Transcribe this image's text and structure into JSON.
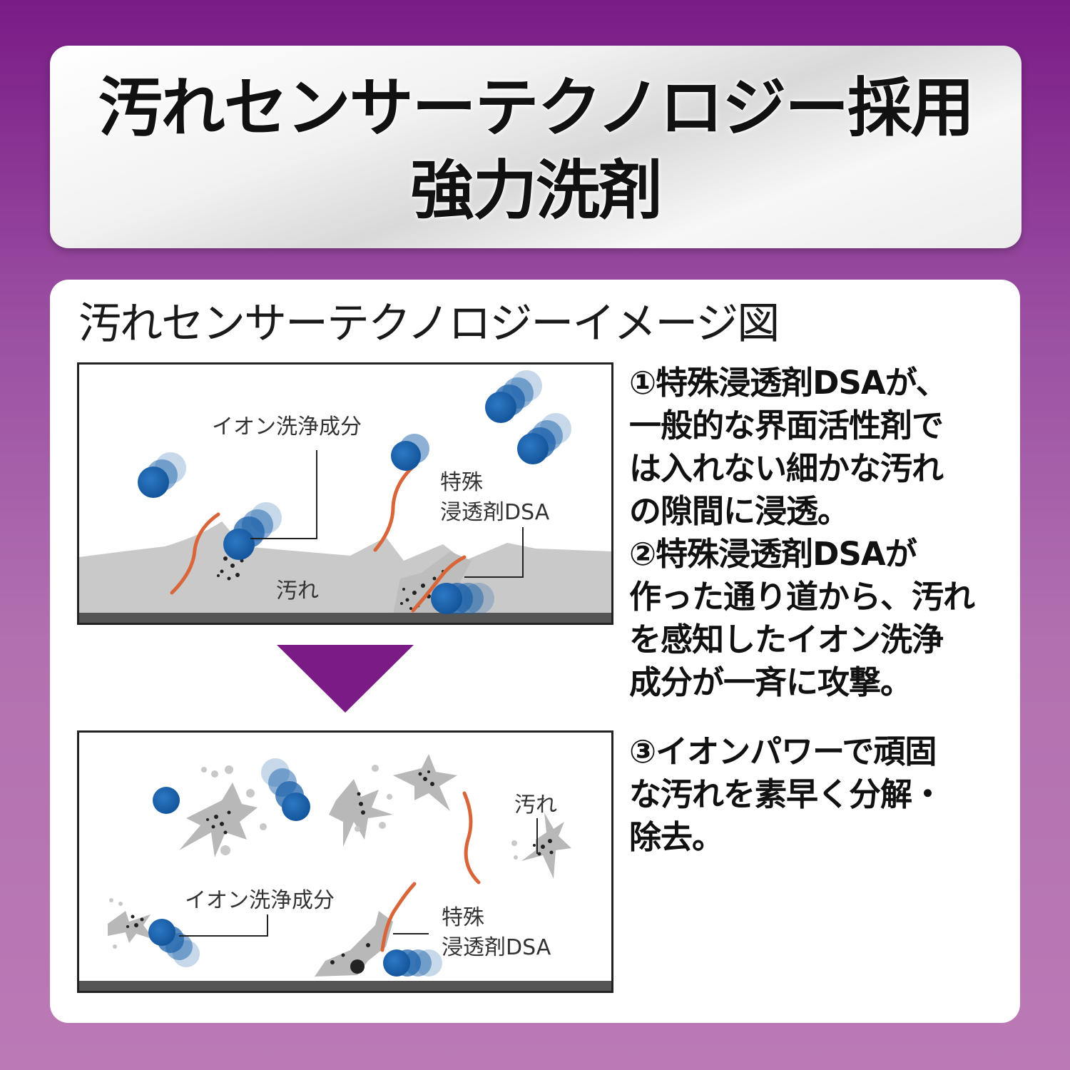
{
  "header": {
    "title_line1": "汚れセンサーテクノロジー採用",
    "title_line2": "強力洗剤"
  },
  "panel": {
    "subtitle": "汚れセンサーテクノロジーイメージ図"
  },
  "diagram_before": {
    "label_ion": "イオン洗浄成分",
    "label_dsa_1": "特殊",
    "label_dsa_2": "浸透剤DSA",
    "label_dirt": "汚れ"
  },
  "diagram_after": {
    "label_ion": "イオン洗浄成分",
    "label_dsa_1": "特殊",
    "label_dsa_2": "浸透剤DSA",
    "label_dirt": "汚れ"
  },
  "description_1": [
    "①特殊浸透剤DSAが、",
    "一般的な界面活性剤で",
    "は入れない細かな汚れ",
    "の隙間に浸透。",
    "②特殊浸透剤DSAが",
    "作った通り道から、汚れ",
    "を感知したイオン洗浄",
    "成分が一斉に攻撃。"
  ],
  "description_2": [
    "③イオンパワーで頑固",
    "な汚れを素早く分解・",
    "除去。"
  ],
  "colors": {
    "purple": "#7a1b86",
    "ion_blue": "#1c62aa",
    "dsa_orange": "#d9653a",
    "dirt_gray": "#c7c7c7"
  }
}
